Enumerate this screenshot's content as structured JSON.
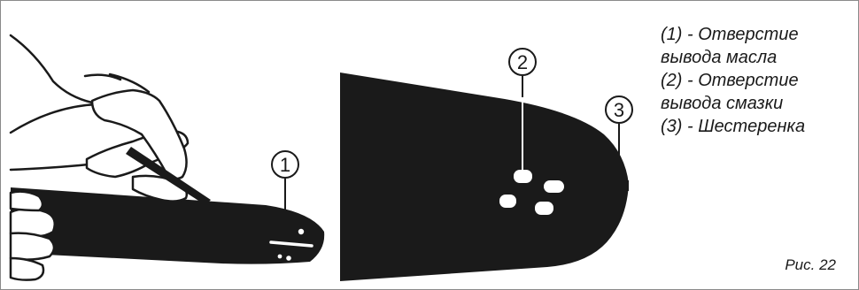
{
  "callouts": {
    "one": "1",
    "two": "2",
    "three": "3"
  },
  "legend": {
    "line1": "(1) - Отверстие",
    "line2": "вывода масла",
    "line3": "(2) - Отверстие",
    "line4": "вывода смазки",
    "line5": "(3) - Шестеренка"
  },
  "caption": "Рис. 22",
  "colors": {
    "ink": "#1a1a1a",
    "border": "#8a8a8a"
  }
}
